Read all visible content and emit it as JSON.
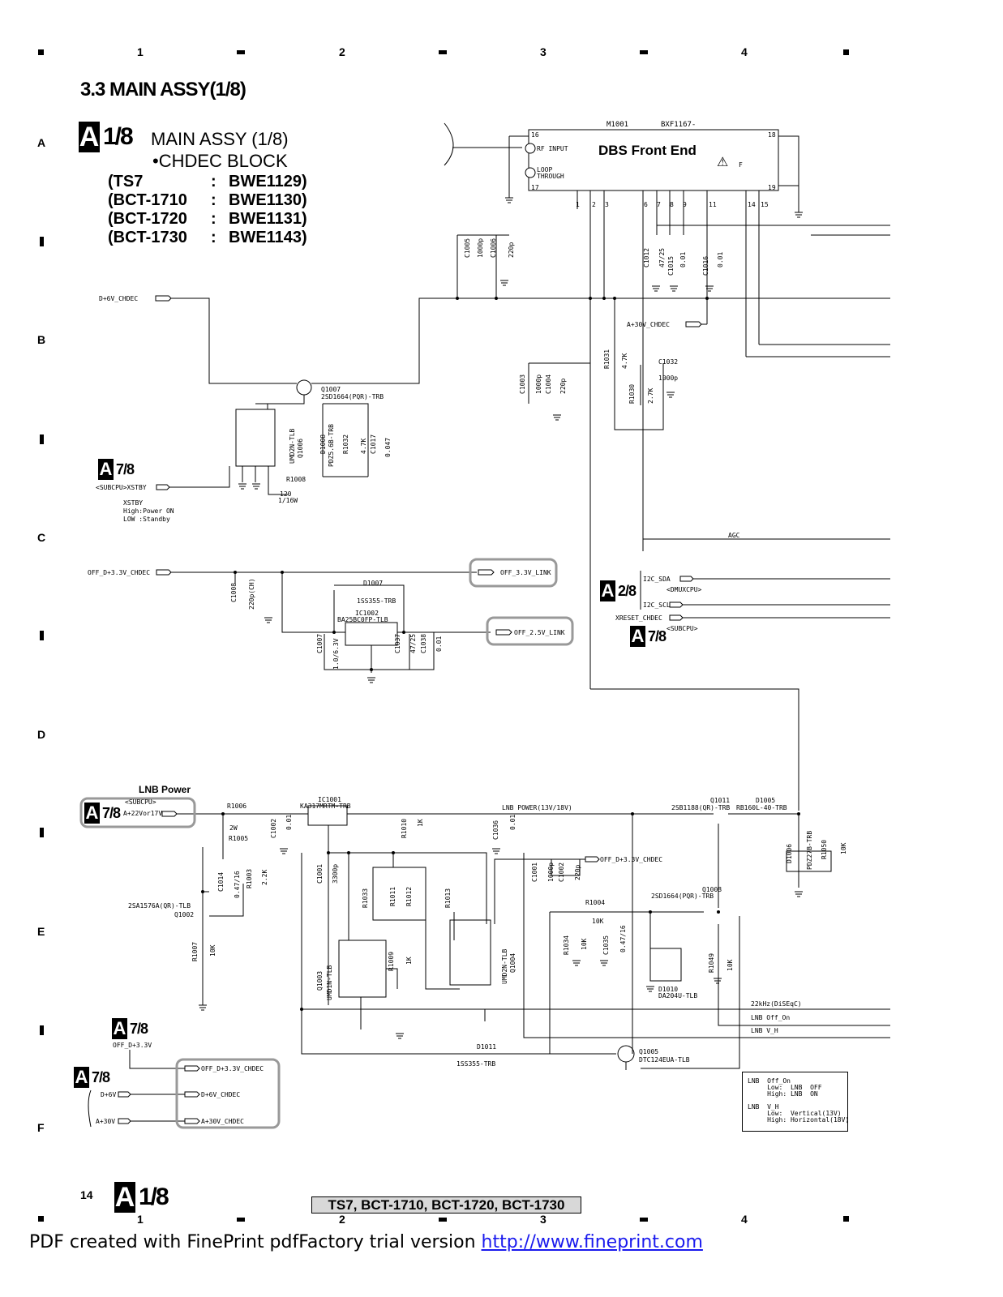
{
  "grid": {
    "columns": [
      "1",
      "2",
      "3",
      "4"
    ],
    "rows": [
      "A",
      "B",
      "C",
      "D",
      "E",
      "F"
    ]
  },
  "title": "3.3 MAIN ASSY(1/8)",
  "header": {
    "badge_letter": "A",
    "badge_fraction": "1/8",
    "assy_name": "MAIN ASSY (1/8)",
    "block_name": "•CHDEC BLOCK",
    "models": [
      {
        "name": "(TS7",
        "sep": ":",
        "part": "BWE1129)"
      },
      {
        "name": "(BCT-1710",
        "sep": ":",
        "part": "BWE1130)"
      },
      {
        "name": "(BCT-1720",
        "sep": ":",
        "part": "BWE1131)"
      },
      {
        "name": "(BCT-1730",
        "sep": ":",
        "part": "BWE1143)"
      }
    ]
  },
  "front_end": {
    "ref": "M1001",
    "part": "BXF1167-",
    "name": "DBS Front End",
    "rf_input": "RF  INPUT",
    "loop_through": "LOOP\nTHROUGH",
    "fuse_mark": "F",
    "pin_16": "16",
    "pin_17": "17",
    "pin_18": "18",
    "pin_19": "19",
    "bottom_pins": [
      "1",
      "2",
      "3",
      "6",
      "7",
      "8",
      "9",
      "11",
      "14",
      "15"
    ]
  },
  "nets": {
    "d6v_chdec": "D+6V_CHDEC",
    "a30v_chdec": "A+30V_CHDEC",
    "subcpu_xstby": "<SUBCPU>XSTBY",
    "xstby_note": [
      "XSTBY",
      "High:Power  ON",
      "LOW  :Standby"
    ],
    "off_d33v_chdec": "OFF_D+3.3V_CHDEC",
    "off_33v_link": "OFF_3.3V_LINK",
    "off_25v_link": "OFF_2.5V_LINK",
    "agc": "AGC",
    "i2c_sda": "I2C_SDA",
    "i2c_scl": "I2C_SCL",
    "dmuxcpu": "<DMUXCPU>",
    "xreset_chdec": "XRESET_CHDEC",
    "subcpu": "<SUBCPU>",
    "lnb_power_title": "LNB Power",
    "lnb_subcpu": "<SUBCPU>",
    "a22v": "A+22Vor17V",
    "lnb_power_net": "LNB  POWER(13V/18V)",
    "off_d33v_chdec2": "OFF_D+3.3V_CHDEC",
    "khz22": "22kHz(DiSEqC)",
    "lnb_off_on": "LNB  Off_On",
    "lnb_v_h": "LNB  V_H",
    "off_d33v": "OFF_D+3.3V",
    "d6v": "D+6V",
    "a30v": "A+30V",
    "bottom_off_d33v_chdec": "OFF_D+3.3V_CHDEC",
    "bottom_d6v_chdec": "D+6V_CHDEC",
    "bottom_a30v_chdec": "A+30V_CHDEC"
  },
  "sheet_refs": {
    "a78_1": "7/8",
    "a28": "2/8",
    "a78_2": "7/8",
    "a78_3": "7/8",
    "a78_4": "7/8",
    "a78_5": "7/8",
    "letter": "A"
  },
  "components": {
    "c1005": "C1005",
    "c1006": "C1006",
    "c1005v": "1000p",
    "c1006v": "220p",
    "c1012": "C1012",
    "c1015": "C1015",
    "c1016": "C1016",
    "c1012v": "47/25",
    "c1015v": "0.01",
    "c1016v": "0.01",
    "q1007": "Q1007",
    "q1007p": "2SD1664(PQR)-TRB",
    "q1006": "Q1006",
    "q1006p": "UMD2N-TLB",
    "d1008": "D1008",
    "d1008p": "PDZ5.6B-TRB",
    "r1032": "R1032",
    "r1032v": "4.7K",
    "c1017": "C1017",
    "c1017v": "0.047",
    "r1008": "R1008",
    "r1008v": "120",
    "r1031": "R1031",
    "r1031v": "4.7K",
    "r1030": "R1030",
    "r1030v": "2.7K",
    "c1032": "C1032",
    "c1032v": "1000p",
    "c1003": "C1003",
    "c1004": "C1004",
    "c1003v": "1000p",
    "c1004v": "220p",
    "c1008": "C1008",
    "c1008v": "220p(CH)",
    "d1007": "D1007",
    "d1007p": "1SS355-TRB",
    "ic1002": "IC1002",
    "ic1002p": "BA25BC0FP-TLB",
    "c1007": "C1007",
    "c1007v": "1.0/6.3V",
    "c1037": "C1037",
    "c1037v": "47/25",
    "c1038": "C1038",
    "c1038v": "0.01",
    "r1006": "R1006",
    "r1005": "R1005",
    "r_2w": "2W",
    "c1002": "C1002",
    "c1002v": "0.01",
    "ic1001": "IC1001",
    "ic1001p": "KA317MRTM-TRB",
    "r1010": "R1010",
    "r1010v": "1K",
    "c1036": "C1036",
    "c1036v": "0.01",
    "q1011": "Q1011",
    "q1011p": "2SB1188(QR)-TRB",
    "d1005": "D1005",
    "d1005p": "RB160L-40-TRB",
    "d1006": "D1006",
    "d1006p": "PDZ27B-TRB",
    "r1050": "R1050",
    "r1050v": "10K",
    "c1014": "C1014",
    "c1014v": "0.47/16",
    "r1003": "R1003",
    "r1003v": "2.2K",
    "q1002": "Q1002",
    "q1002p": "2SA1576A(QR)-TLB",
    "c1001": "C1001",
    "c1001v": "3300p",
    "r1033": "R1033",
    "r1011": "R1011",
    "r1012": "R1012",
    "r1013": "R1013",
    "c1001b": "C1001",
    "c1002b": "C1002",
    "c1001bv": "1000p",
    "c1002bv": "220p",
    "r1004": "R1004",
    "r1004v": "10K",
    "q1008": "Q1008",
    "q1008p": "2SD1664(PQR)-TRB",
    "r1034": "R1034",
    "r1034v": "10K",
    "c1035": "C1035",
    "c1035v": "0.47/16",
    "d1010": "D1010",
    "d1010p": "DA204U-TLB",
    "r1049": "R1049",
    "r1049v": "10K",
    "r1007": "R1007",
    "r1007v": "10K",
    "q1003": "Q1003",
    "q1003p": "UMD1N-TLB",
    "r1009": "R1009",
    "r1009v": "1K",
    "q1004": "Q1004",
    "q1004p": "UMD2N-TLB",
    "d1011": "D1011",
    "d1011p": "1SS355-TRB",
    "q1005": "Q1005",
    "q1005p": "DTC124EUA-TLB",
    "w16": "1/16W"
  },
  "legend": {
    "lines": [
      "LNB  Off_On",
      "     Low:  LNB  OFF",
      "     High: LNB  ON",
      "LNB  V_H",
      "     Low:  Vertical(13V)",
      "     High: Horizontal(18V)"
    ]
  },
  "footer": {
    "page_number": "14",
    "badge_letter": "A",
    "badge_fraction": "1/8",
    "models": "TS7, BCT-1710, BCT-1720, BCT-1730",
    "pdf_note": "PDF created with FinePrint pdfFactory trial version ",
    "pdf_link": "http://www.fineprint.com"
  }
}
